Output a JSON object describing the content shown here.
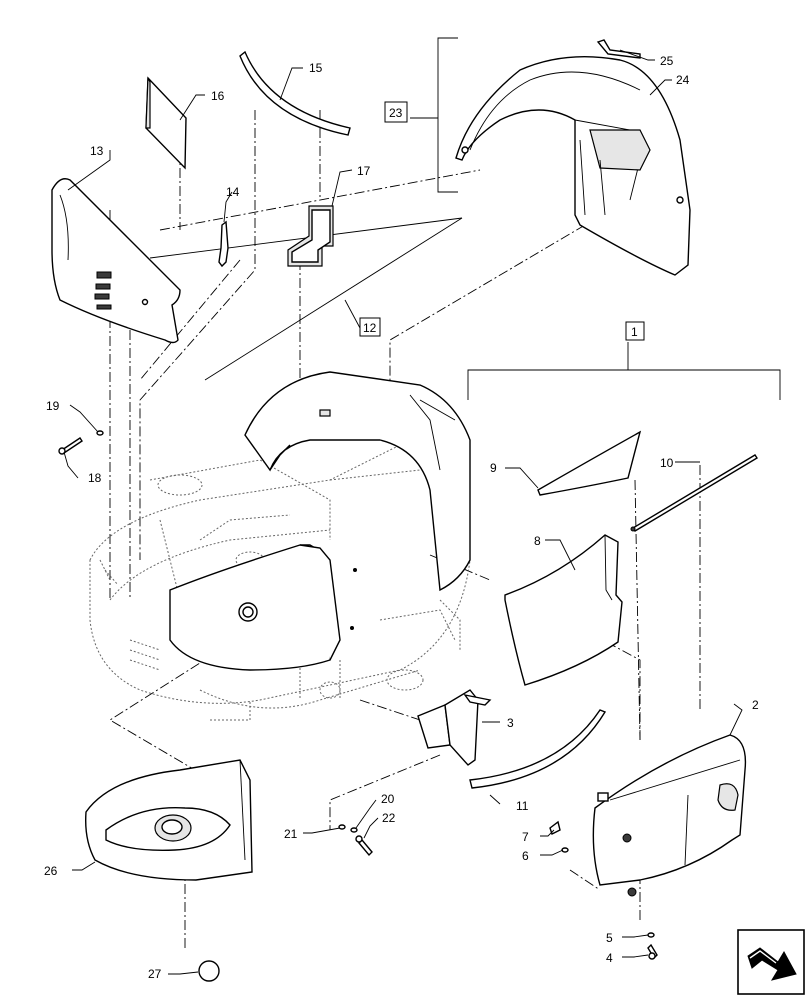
{
  "callouts": {
    "c1": "1",
    "c2": "2",
    "c3": "3",
    "c4": "4",
    "c5": "5",
    "c6": "6",
    "c7": "7",
    "c8": "8",
    "c9": "9",
    "c10": "10",
    "c11": "11",
    "c12": "12",
    "c13": "13",
    "c14": "14",
    "c15": "15",
    "c16": "16",
    "c17": "17",
    "c18": "18",
    "c19": "19",
    "c20": "20",
    "c21": "21",
    "c22": "22",
    "c23": "23",
    "c24": "24",
    "c25": "25",
    "c26": "26",
    "c27": "27"
  },
  "nav": {
    "icon": "next-page-arrow-icon"
  }
}
